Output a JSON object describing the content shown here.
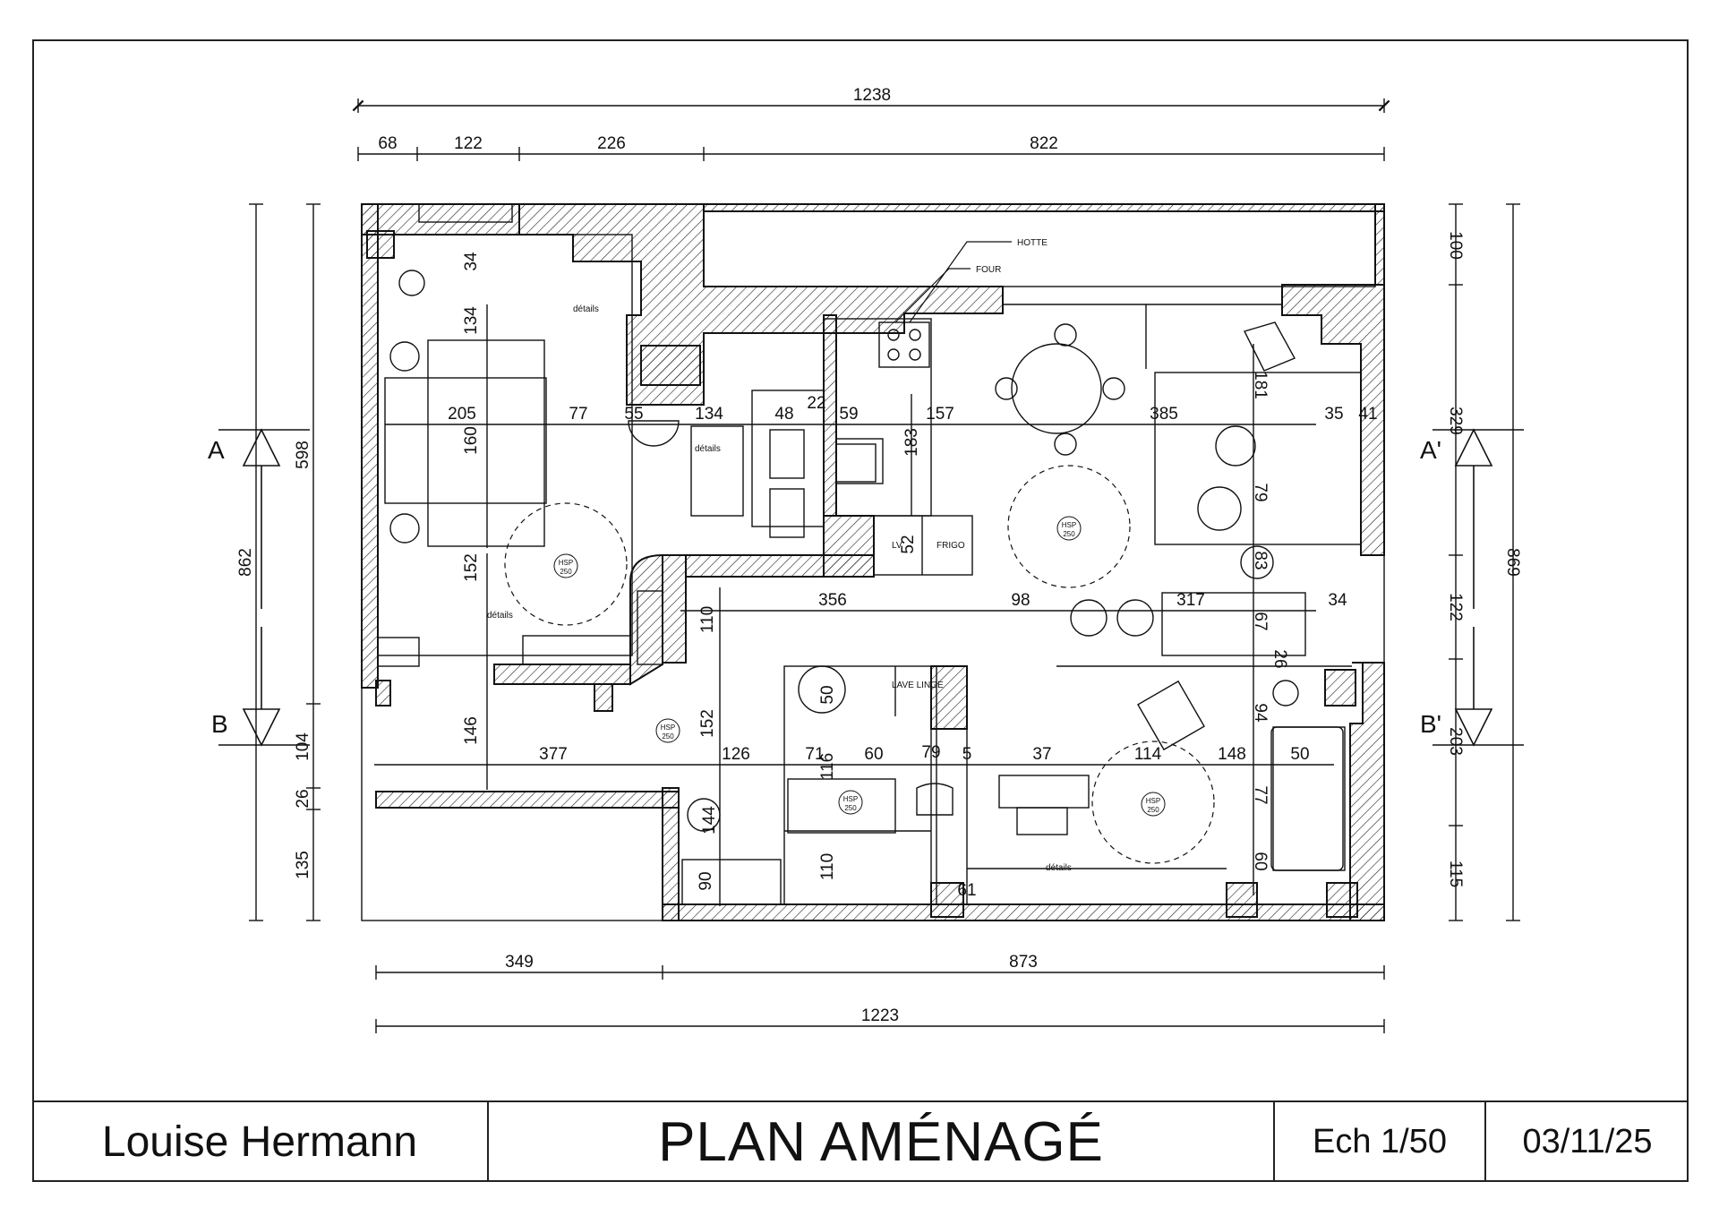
{
  "title_block": {
    "author": "Louise Hermann",
    "title": "PLAN AMÉNAGÉ",
    "scale": "Ech 1/50",
    "date": "03/11/25"
  },
  "sections": [
    "A",
    "A'",
    "B",
    "B'"
  ],
  "labels": {
    "hotte": "HOTTE",
    "four": "FOUR",
    "frigo": "FRIGO",
    "lv": "LV",
    "lave_linge": "LAVE LINGE",
    "details": "détails",
    "hsp": "HSP",
    "hsp_value": "250"
  },
  "dims_top": {
    "overall": "1238",
    "segments": [
      "68",
      "122",
      "226",
      "822"
    ]
  },
  "dims_bottom": {
    "overall": "1223",
    "segments": [
      "349",
      "873"
    ]
  },
  "dims_left": {
    "overall": "862",
    "segments": [
      "598",
      "104",
      "26",
      "135"
    ]
  },
  "dims_right": {
    "overall": "869",
    "segments": [
      "100",
      "329",
      "122",
      "203",
      "115"
    ]
  },
  "dims_interior": [
    "34",
    "134",
    "205",
    "77",
    "55",
    "134",
    "48",
    "22",
    "59",
    "157",
    "385",
    "35",
    "41",
    "160",
    "183",
    "181",
    "79",
    "83",
    "152",
    "110",
    "356",
    "98",
    "317",
    "34",
    "67",
    "26",
    "50",
    "94",
    "146",
    "152",
    "377",
    "126",
    "71",
    "60",
    "79",
    "5",
    "37",
    "114",
    "148",
    "50",
    "116",
    "144",
    "77",
    "110",
    "90",
    "60",
    "52",
    "61"
  ]
}
